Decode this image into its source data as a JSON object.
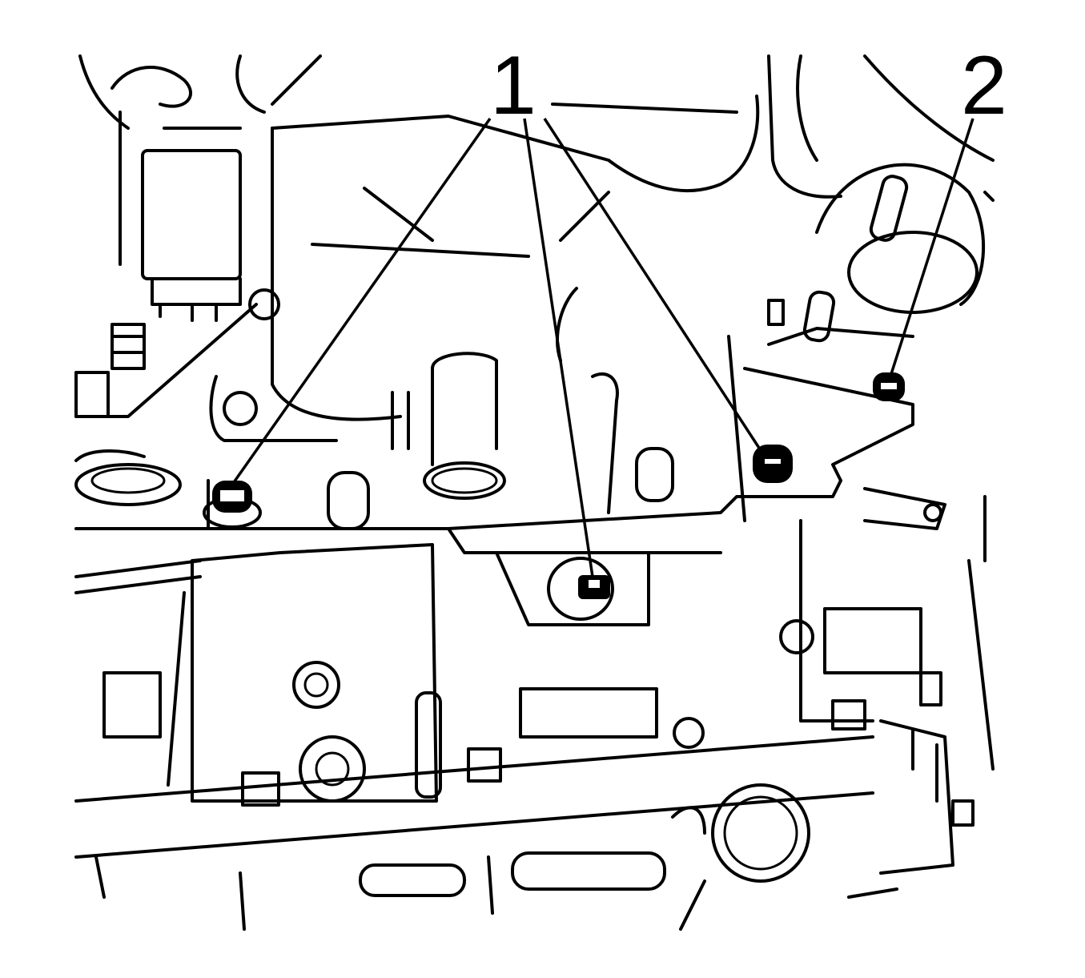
{
  "diagram": {
    "type": "technical-line-illustration",
    "subject": "transmission / engine housing with mounting bolts",
    "colors": {
      "line": "#000000",
      "background": "#ffffff"
    },
    "callouts": [
      {
        "id": "1",
        "label": "1",
        "leaders": 3
      },
      {
        "id": "2",
        "label": "2",
        "leaders": 1
      }
    ]
  }
}
